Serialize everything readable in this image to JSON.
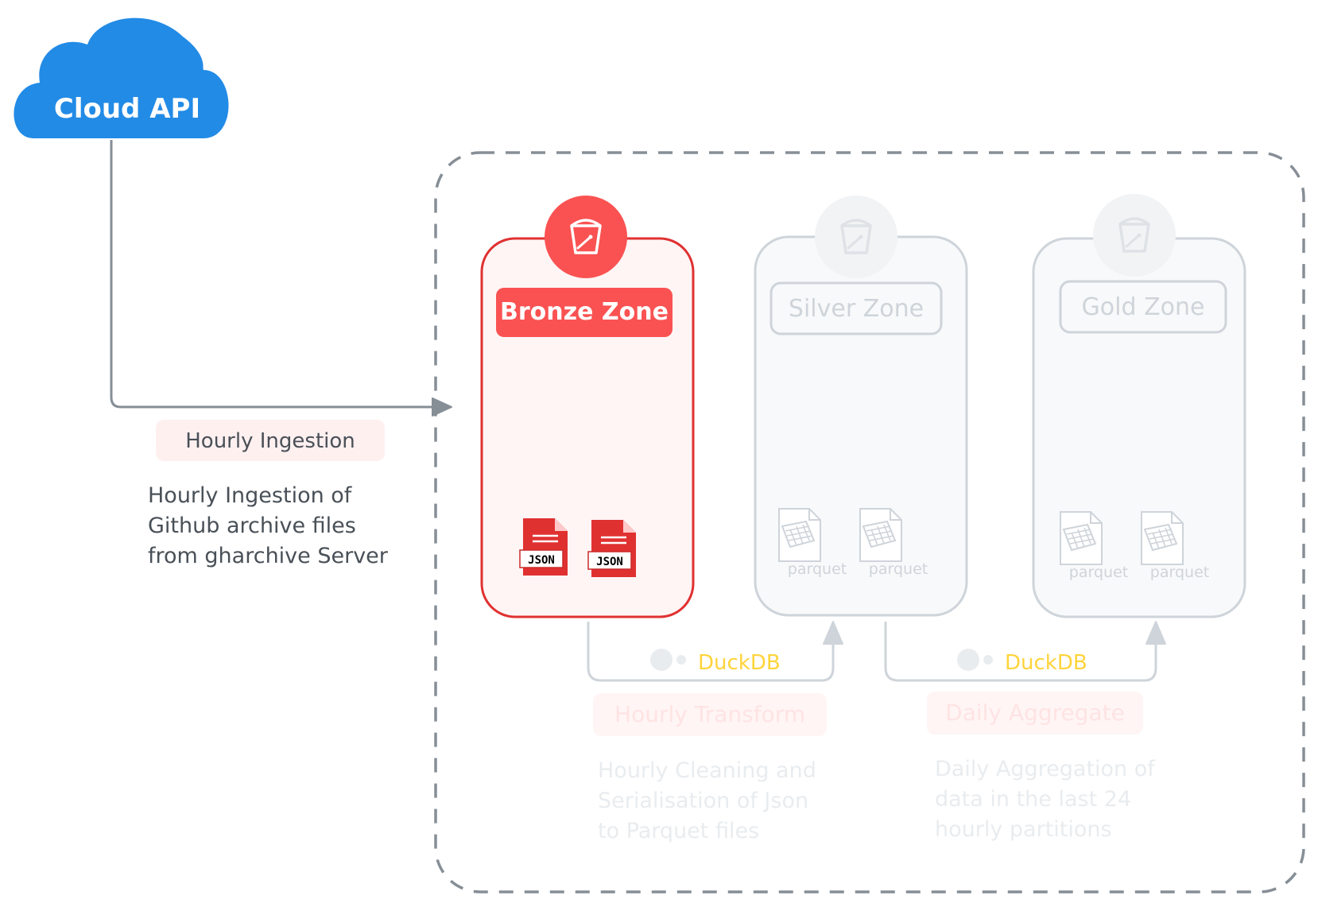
{
  "cloud": {
    "label": "Cloud API",
    "color": "#228be6"
  },
  "ingestion": {
    "badge": "Hourly Ingestion",
    "description_lines": [
      "Hourly Ingestion of",
      "Github archive files",
      "from gharchive Server"
    ]
  },
  "zones": [
    {
      "label": "Bronze Zone",
      "active": true,
      "file_type": "JSON",
      "file_labels": [
        "JSON",
        "JSON"
      ],
      "icon": "bucket-icon",
      "color": "#e03131"
    },
    {
      "label": "Silver Zone",
      "active": false,
      "file_type": "parquet",
      "file_labels": [
        "parquet",
        "parquet"
      ],
      "icon": "bucket-icon"
    },
    {
      "label": "Gold Zone",
      "active": false,
      "file_type": "parquet",
      "file_labels": [
        "parquet",
        "parquet"
      ],
      "icon": "bucket-icon"
    }
  ],
  "transforms": [
    {
      "engine": "DuckDB",
      "badge": "Hourly Transform",
      "description_lines": [
        "Hourly Cleaning and",
        "Serialisation of Json",
        "to Parquet files"
      ]
    },
    {
      "engine": "DuckDB",
      "badge": "Daily Aggregate",
      "description_lines": [
        "Daily Aggregation of",
        "data in the last 24",
        "hourly partitions"
      ]
    }
  ],
  "colors": {
    "bronze": "#e03131",
    "bronze_fill": "#fff4f4",
    "faded_stroke": "#ced4da",
    "faded_fill": "#f8f9fa",
    "duckdb": "#fcc419",
    "connector": "#868e96",
    "text": "#495057"
  }
}
